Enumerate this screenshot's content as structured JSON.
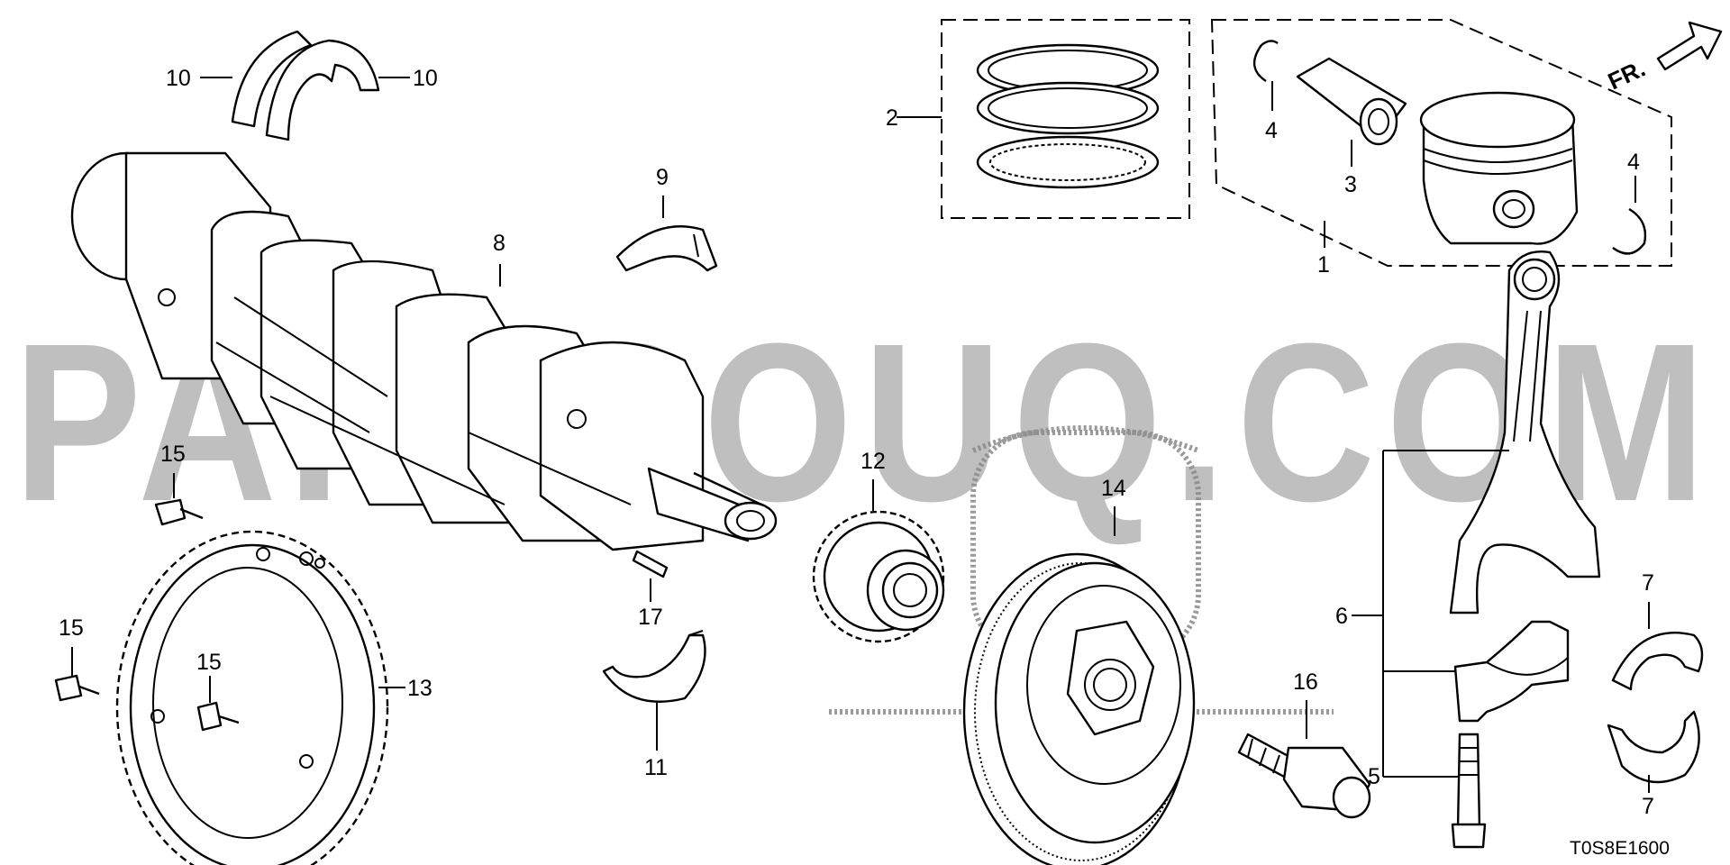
{
  "diagram": {
    "drawing_code": "T0S8E1600",
    "front_indicator": "FR.",
    "watermark": "PARTSOUQ.COM",
    "callouts": [
      {
        "id": "1",
        "text": "1"
      },
      {
        "id": "2",
        "text": "2"
      },
      {
        "id": "3",
        "text": "3"
      },
      {
        "id": "4a",
        "text": "4"
      },
      {
        "id": "4b",
        "text": "4"
      },
      {
        "id": "5",
        "text": "5"
      },
      {
        "id": "6",
        "text": "6"
      },
      {
        "id": "7a",
        "text": "7"
      },
      {
        "id": "7b",
        "text": "7"
      },
      {
        "id": "8",
        "text": "8"
      },
      {
        "id": "9",
        "text": "9"
      },
      {
        "id": "10a",
        "text": "10"
      },
      {
        "id": "10b",
        "text": "10"
      },
      {
        "id": "11",
        "text": "11"
      },
      {
        "id": "12",
        "text": "12"
      },
      {
        "id": "13",
        "text": "13"
      },
      {
        "id": "14",
        "text": "14"
      },
      {
        "id": "15a",
        "text": "15"
      },
      {
        "id": "15b",
        "text": "15"
      },
      {
        "id": "15c",
        "text": "15"
      },
      {
        "id": "16",
        "text": "16"
      },
      {
        "id": "17",
        "text": "17"
      }
    ]
  }
}
